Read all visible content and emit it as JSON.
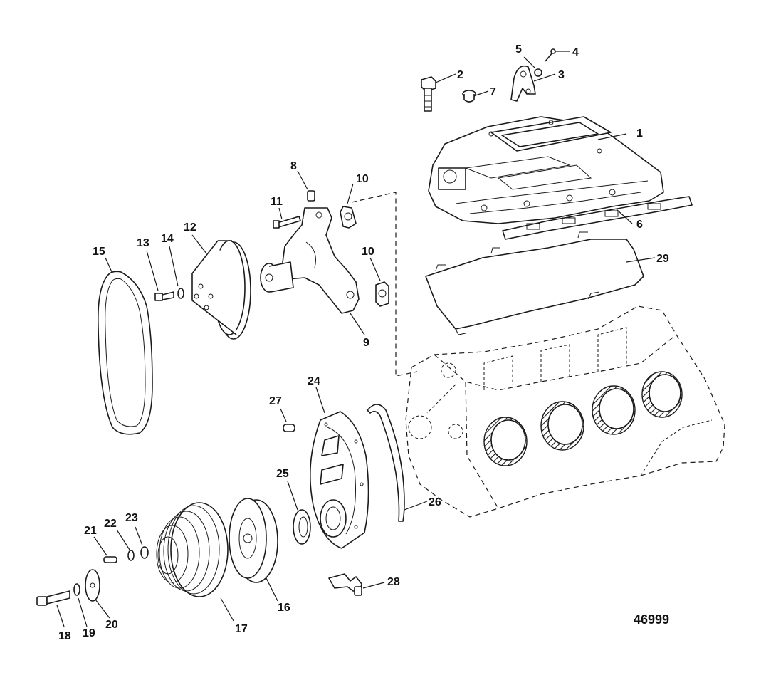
{
  "figure_number": "46999",
  "callouts": {
    "c1": "1",
    "c2": "2",
    "c3": "3",
    "c4": "4",
    "c5": "5",
    "c6": "6",
    "c7": "7",
    "c8": "8",
    "c9": "9",
    "c10a": "10",
    "c10b": "10",
    "c11": "11",
    "c12": "12",
    "c13": "13",
    "c14": "14",
    "c15": "15",
    "c16": "16",
    "c17": "17",
    "c18": "18",
    "c19": "19",
    "c20": "20",
    "c21": "21",
    "c22": "22",
    "c23": "23",
    "c24": "24",
    "c25": "25",
    "c26": "26",
    "c27": "27",
    "c28": "28",
    "c29": "29"
  }
}
